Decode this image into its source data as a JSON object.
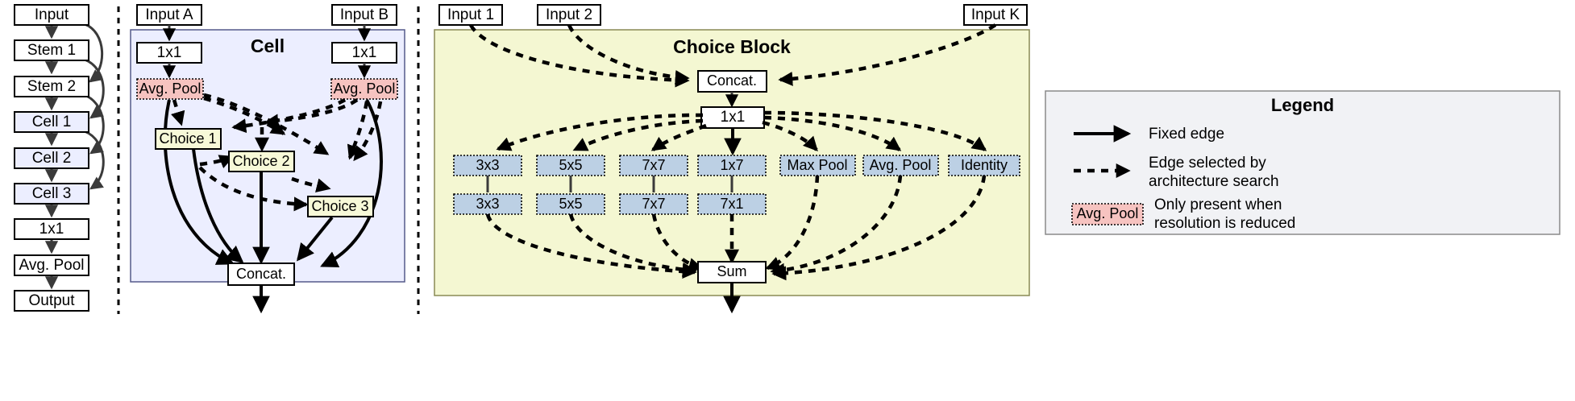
{
  "diagram": {
    "title": "Neural architecture search macro diagram",
    "colors": {
      "cell_panel_bg": "#eceeff",
      "choice_panel_bg": "#f4f7d2",
      "legend_panel_bg": "#f1f2f5",
      "choice_node_bg": "#f7f9d8",
      "op_node_bg": "#bcd0e4",
      "avgpool_node_bg": "#f6c3c0",
      "edge": "#000000"
    }
  },
  "backbone": {
    "name": "backbone-column",
    "nodes": [
      {
        "id": "input",
        "label": "Input",
        "style": "white"
      },
      {
        "id": "stem1",
        "label": "Stem 1",
        "style": "white"
      },
      {
        "id": "stem2",
        "label": "Stem 2",
        "style": "white"
      },
      {
        "id": "cell1",
        "label": "Cell 1",
        "style": "lavender"
      },
      {
        "id": "cell2",
        "label": "Cell 2",
        "style": "lavender"
      },
      {
        "id": "cell3",
        "label": "Cell 3",
        "style": "lavender"
      },
      {
        "id": "conv1x1",
        "label": "1x1",
        "style": "white"
      },
      {
        "id": "avgpool",
        "label": "Avg. Pool",
        "style": "white"
      },
      {
        "id": "output",
        "label": "Output",
        "style": "white"
      }
    ],
    "skip_edges": [
      {
        "from": "input",
        "to": "stem2"
      },
      {
        "from": "stem1",
        "to": "cell1"
      },
      {
        "from": "stem2",
        "to": "cell2"
      },
      {
        "from": "cell1",
        "to": "cell3"
      }
    ]
  },
  "cell": {
    "name": "cell-panel",
    "title": "Cell",
    "external_inputs": [
      {
        "id": "inputA",
        "label": "Input A"
      },
      {
        "id": "inputB",
        "label": "Input B"
      }
    ],
    "nodes": [
      {
        "id": "convA",
        "label": "1x1",
        "style": "white"
      },
      {
        "id": "convB",
        "label": "1x1",
        "style": "white"
      },
      {
        "id": "poolA",
        "label": "Avg. Pool",
        "style": "red-dashed"
      },
      {
        "id": "poolB",
        "label": "Avg. Pool",
        "style": "red-dashed"
      },
      {
        "id": "choice1",
        "label": "Choice 1",
        "style": "yellow"
      },
      {
        "id": "choice2",
        "label": "Choice 2",
        "style": "yellow"
      },
      {
        "id": "choice3",
        "label": "Choice 3",
        "style": "yellow"
      },
      {
        "id": "concat",
        "label": "Concat.",
        "style": "white"
      }
    ]
  },
  "choice_block": {
    "name": "choice-block-panel",
    "title": "Choice Block",
    "external_inputs": [
      {
        "id": "in1",
        "label": "Input 1"
      },
      {
        "id": "in2",
        "label": "Input 2"
      },
      {
        "id": "inK",
        "label": "Input K"
      }
    ],
    "concat_label": "Concat.",
    "conv_label": "1x1",
    "sum_label": "Sum",
    "ops_row1": [
      {
        "id": "op-3x3",
        "label": "3x3"
      },
      {
        "id": "op-5x5",
        "label": "5x5"
      },
      {
        "id": "op-7x7",
        "label": "7x7"
      },
      {
        "id": "op-1x7",
        "label": "1x7"
      },
      {
        "id": "op-maxpool",
        "label": "Max Pool"
      },
      {
        "id": "op-avgpool",
        "label": "Avg. Pool"
      },
      {
        "id": "op-identity",
        "label": "Identity"
      }
    ],
    "ops_row2": [
      {
        "id": "op2-3x3",
        "label": "3x3"
      },
      {
        "id": "op2-5x5",
        "label": "5x5"
      },
      {
        "id": "op2-7x7",
        "label": "7x7"
      },
      {
        "id": "op2-7x1",
        "label": "7x1"
      }
    ]
  },
  "legend": {
    "name": "legend-panel",
    "title": "Legend",
    "entries": [
      {
        "id": "legend-fixed-edge",
        "sample": "solid-arrow",
        "text": "Fixed edge"
      },
      {
        "id": "legend-searched-edge",
        "sample": "dashed-arrow",
        "text_line1": "Edge selected by",
        "text_line2": "architecture search"
      },
      {
        "id": "legend-avgpool",
        "sample": "red-box",
        "box_label": "Avg. Pool",
        "text_line1": "Only present when",
        "text_line2": "resolution is reduced"
      }
    ]
  }
}
